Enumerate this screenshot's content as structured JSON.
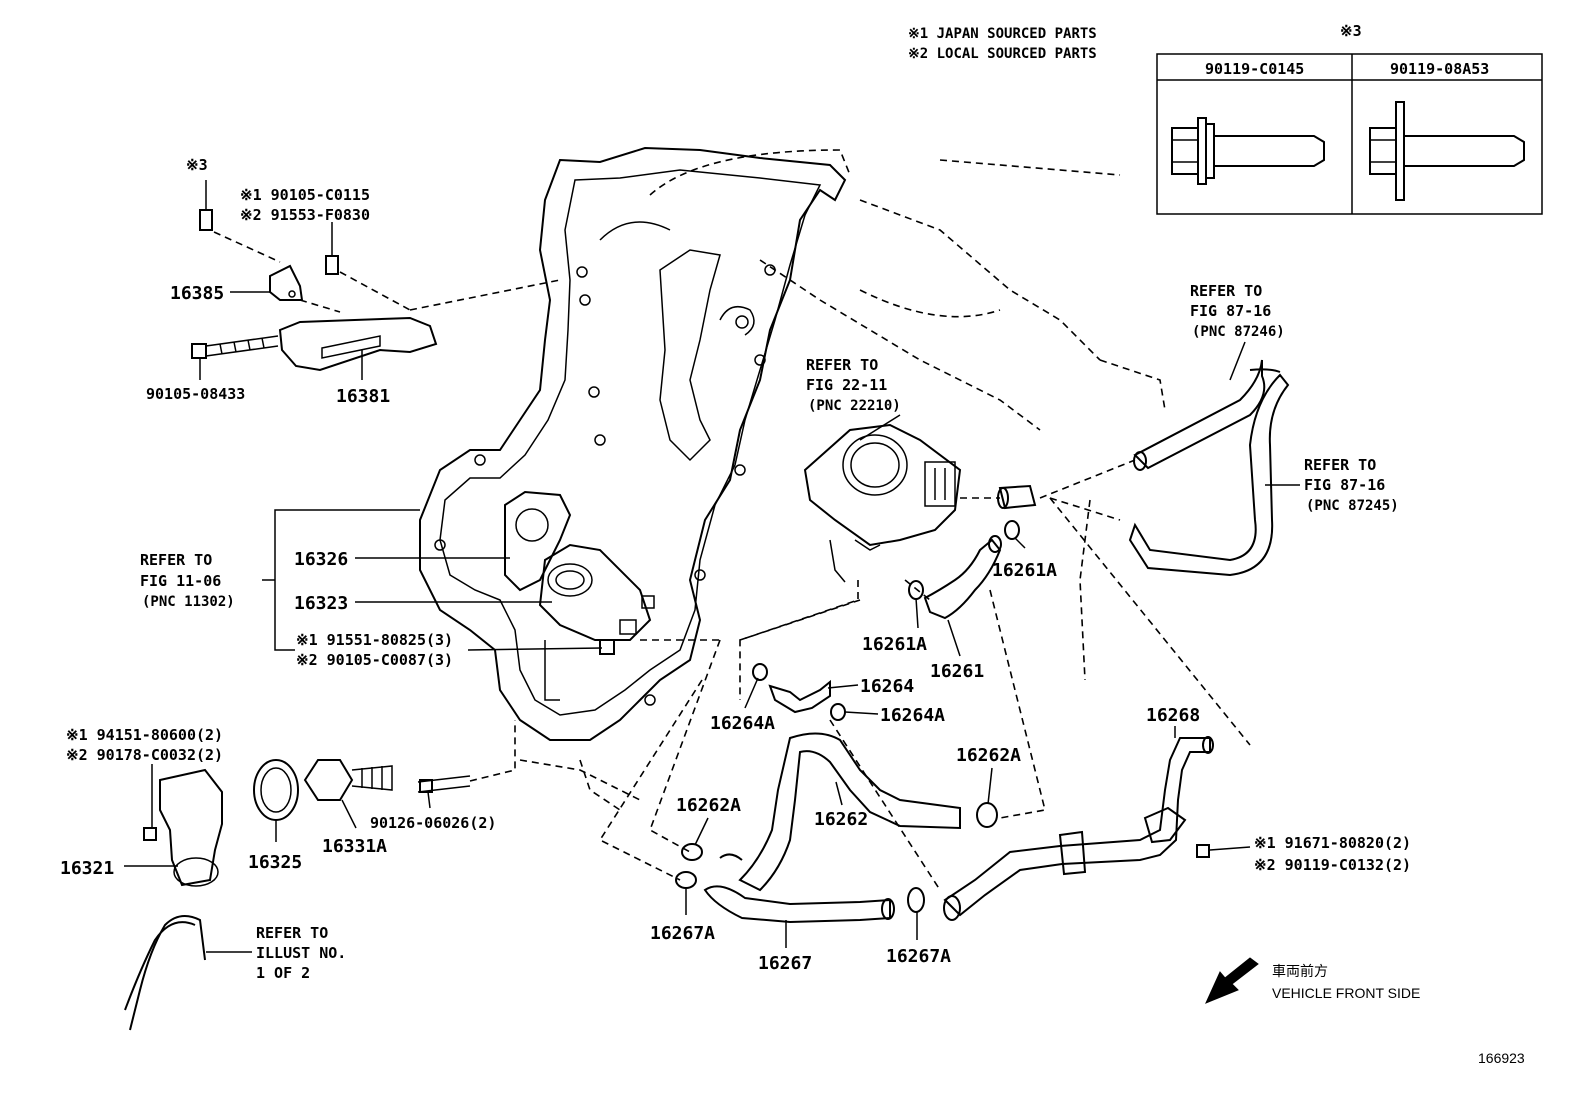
{
  "legend": {
    "line1": "※1 JAPAN SOURCED PARTS",
    "line2": "※2 LOCAL SOURCED PARTS"
  },
  "bolt_table": {
    "mark": "※3",
    "col1": "90119-C0145",
    "col2": "90119-08A53"
  },
  "labels": {
    "m3_top": "※3",
    "bolt_japan": "※1 90105-C0115",
    "bolt_local": "※2 91553-F0830",
    "p16385": "16385",
    "p90105_08433": "90105-08433",
    "p16381": "16381",
    "refer_fig_11_06_l1": "REFER TO",
    "refer_fig_11_06_l2": "FIG 11-06",
    "refer_fig_11_06_l3": "(PNC 11302)",
    "p16326": "16326",
    "p16323": "16323",
    "nut_japan": "※1 91551-80825(3)",
    "nut_local": "※2 90105-C0087(3)",
    "refer_fig_22_11_l1": "REFER TO",
    "refer_fig_22_11_l2": "FIG 22-11",
    "refer_fig_22_11_l3": "(PNC 22210)",
    "refer_87246_l1": "REFER TO",
    "refer_87246_l2": "FIG 87-16",
    "refer_87246_l3": "(PNC 87246)",
    "refer_87245_l1": "REFER TO",
    "refer_87245_l2": "FIG 87-16",
    "refer_87245_l3": "(PNC 87245)",
    "p16261A_right": "16261A",
    "p16261A_left": "16261A",
    "p16261": "16261",
    "p16264": "16264",
    "p16264A_left": "16264A",
    "p16264A_right": "16264A",
    "p16262A_right": "16262A",
    "p16262A_left": "16262A",
    "p16262": "16262",
    "p16268": "16268",
    "gasket_japan": "※1 94151-80600(2)",
    "gasket_local": "※2 90178-C0032(2)",
    "p16321": "16321",
    "p16325": "16325",
    "p16331A": "16331A",
    "p90126": "90126-06026(2)",
    "clip_japan": "※1 91671-80820(2)",
    "clip_local": "※2 90119-C0132(2)",
    "p16267A_left": "16267A",
    "p16267": "16267",
    "p16267A_right": "16267A",
    "refer_illust_l1": "REFER TO",
    "refer_illust_l2": "ILLUST NO.",
    "refer_illust_l3": "1 OF 2",
    "front_jp": "車両前方",
    "front_en": "VEHICLE FRONT SIDE",
    "figure_no": "166923"
  },
  "icons": {
    "front_arrow": "arrow-down-left-icon"
  }
}
